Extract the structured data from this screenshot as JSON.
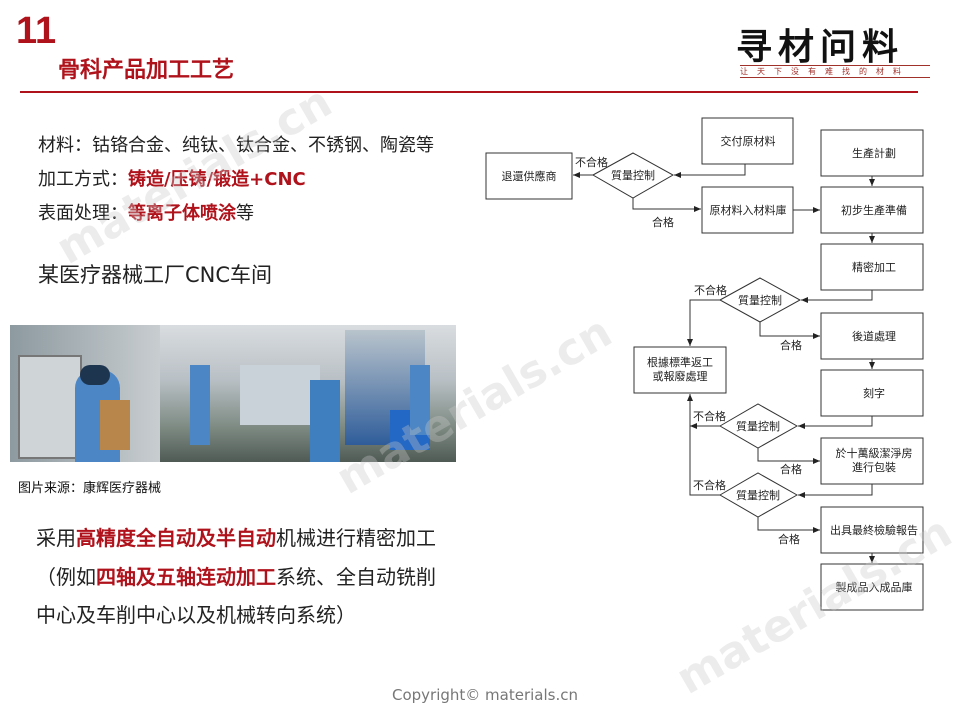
{
  "header": {
    "number": "11",
    "title": "骨科产品加工工艺"
  },
  "logo": {
    "name": "寻材问料",
    "slogan": "让天下没有难找的材料"
  },
  "specs": {
    "material_label": "材料：",
    "material_value": "钴铬合金、纯钛、钛合金、不锈钢、陶瓷等",
    "process_label": "加工方式：",
    "process_value": "铸造/压铸/锻造+CNC",
    "surface_label": "表面处理：",
    "surface_value": "等离子体喷涂",
    "surface_suffix": "等"
  },
  "workshop_title": "某医疗器械工厂CNC车间",
  "photo_caption": "图片来源：康辉医疗器械",
  "paragraph": {
    "p1a": "采用",
    "p1b": "高精度全自动及半自动",
    "p1c": "机械进行精密加工",
    "p2a": "（例如",
    "p2b": "四轴及五轴连动加工",
    "p2c": "系统、全自动铣削",
    "p3": "中心及车削中心以及机械转向系统）"
  },
  "flowchart": {
    "return_supplier": "退還供應商",
    "qc": "質量控制",
    "fail": "不合格",
    "pass": "合格",
    "deliver_raw": "交付原材料",
    "raw_storage": "原材料入材料庫",
    "plan": "生產計劃",
    "prep": "初步生產準備",
    "precision": "精密加工",
    "post": "後道處理",
    "rework_1": "根據標準返工",
    "rework_2": "或報廢處理",
    "engrave": "刻字",
    "clean_1": "於十萬級潔淨房",
    "clean_2": "進行包裝",
    "report": "出具最終檢驗報告",
    "finished": "製成品入成品庫"
  },
  "watermark": "materials.cn",
  "copyright": "Copyright© materials.cn"
}
